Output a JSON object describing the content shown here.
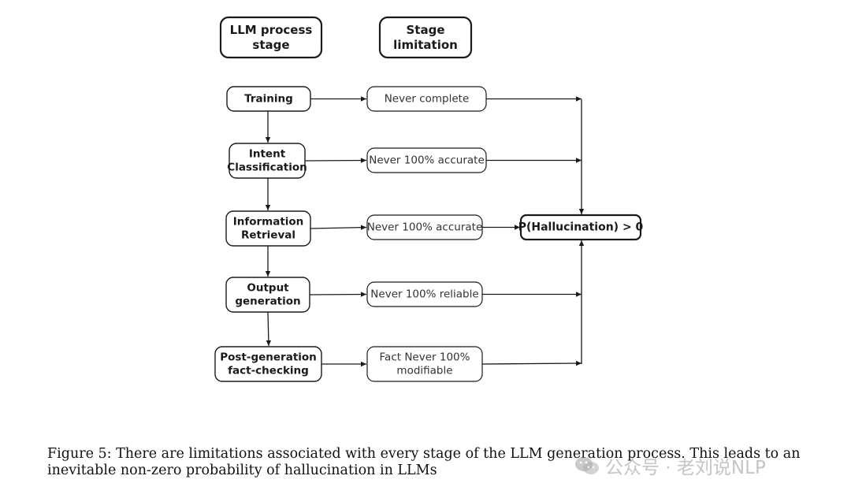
{
  "headers": {
    "process": [
      "LLM process",
      "stage"
    ],
    "limitation": [
      "Stage",
      "limitation"
    ]
  },
  "stages": [
    [
      "Training"
    ],
    [
      "Intent",
      "Classification"
    ],
    [
      "Information",
      "Retrieval"
    ],
    [
      "Output",
      "generation"
    ],
    [
      "Post-generation",
      "fact-checking"
    ]
  ],
  "limitations": [
    [
      "Never complete"
    ],
    [
      "Never 100% accurate"
    ],
    [
      "Never 100% accurate"
    ],
    [
      "Never 100% reliable"
    ],
    [
      "Fact Never 100%",
      "modifiable"
    ]
  ],
  "result": "P(Hallucination) > 0",
  "caption": "Figure 5: There are limitations associated with every stage of the LLM generation process. This leads to an inevitable non-zero probability of hallucination in LLMs",
  "watermark": "公众号 · 老刘说NLP",
  "watermark_icon": "wechat-logo-icon"
}
